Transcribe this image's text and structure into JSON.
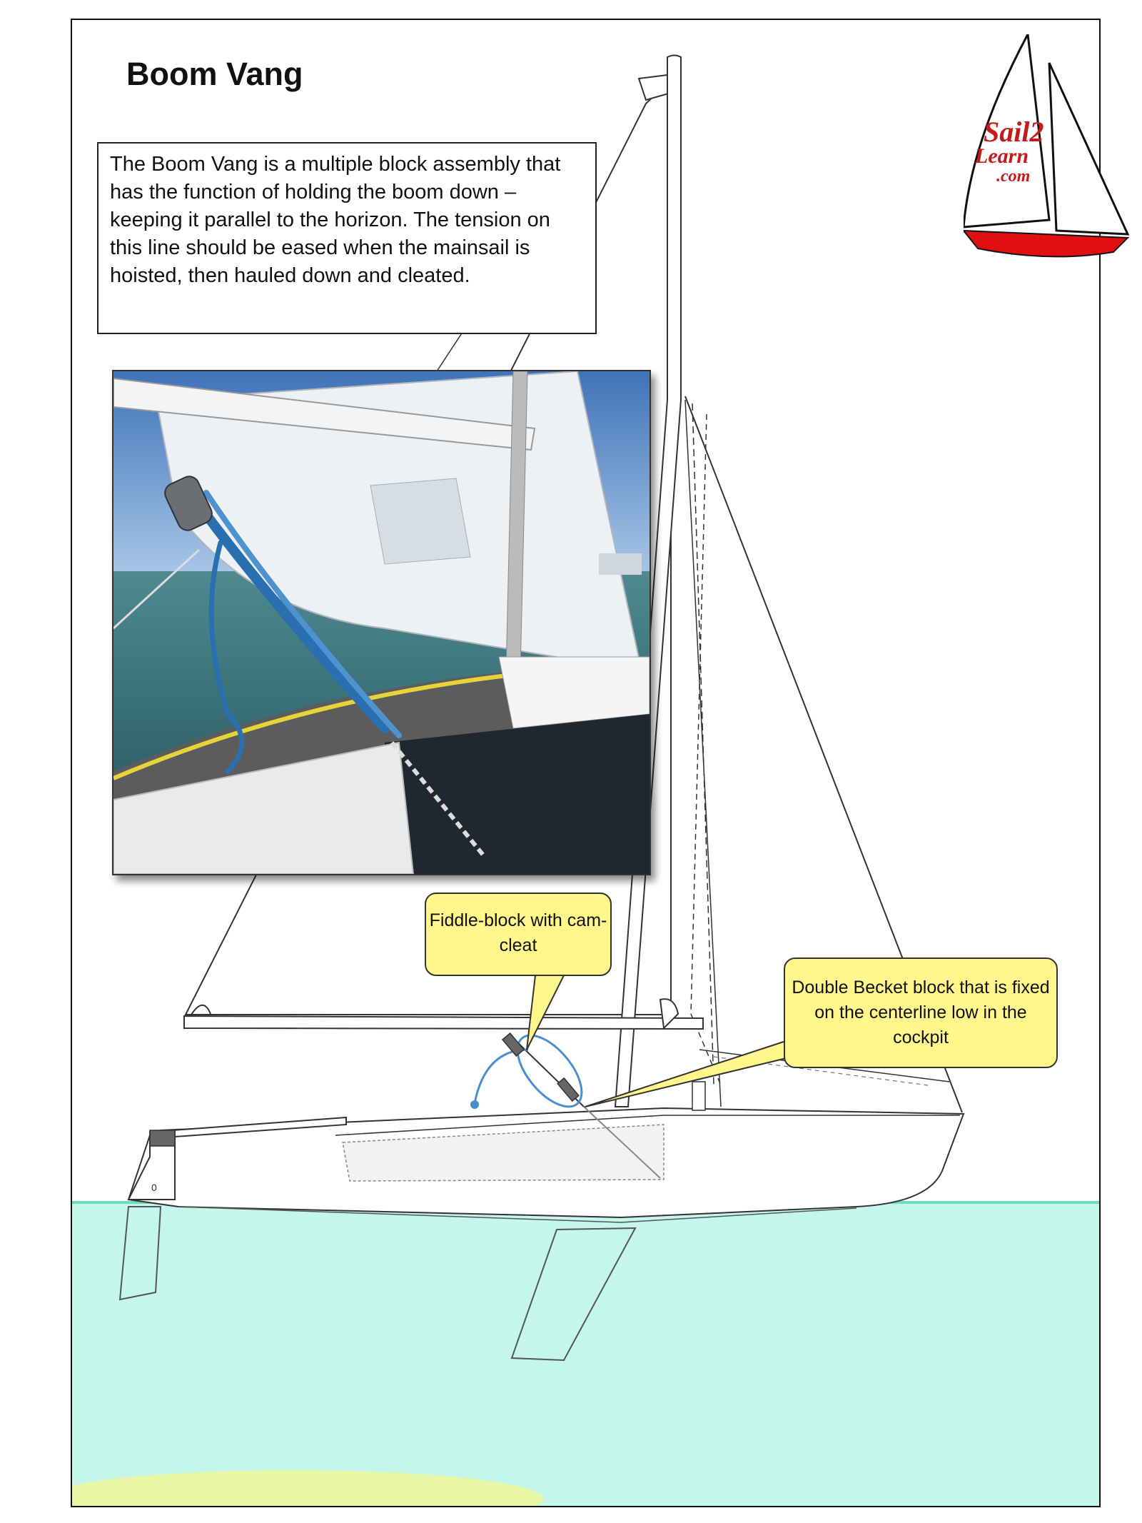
{
  "title": "Boom Vang",
  "description": "The Boom Vang is a multiple block assembly that has the function of holding the boom down – keeping it parallel to the horizon. The tension on this line should be eased when the mainsail is hoisted, then hauled down and cleated.",
  "callouts": {
    "fiddle_block": "Fiddle-block with cam-cleat",
    "double_becket": "Double Becket block that is fixed on the centerline low in the cockpit"
  },
  "logo": {
    "line1": "Sail2",
    "line2": "Learn",
    "line3": ".com"
  },
  "hull_label": "0",
  "colors": {
    "water": "#c4f6e9",
    "waterline": "#6ee0b8",
    "callout_fill": "#fff68c",
    "vang_line": "#4a8ed0",
    "logo_red": "#e01010"
  }
}
